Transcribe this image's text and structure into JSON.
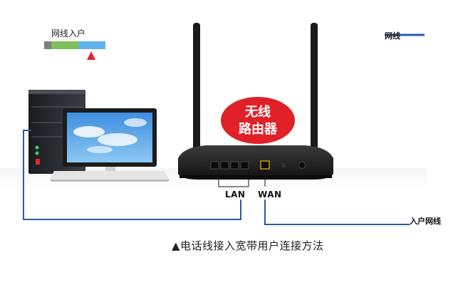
{
  "legend": {
    "title": "网线入户",
    "bar_colors": [
      "#808080",
      "#7fc159",
      "#5fb3e8",
      "#5fb3e8"
    ],
    "marker_color": "#e0262c"
  },
  "wire_legend": {
    "label": "网线",
    "color": "#2b5aa8"
  },
  "bubble": {
    "line1": "无线",
    "line2": "路由器",
    "color": "#e02128"
  },
  "ports": {
    "lan_label": "LAN",
    "wan_label": "WAN"
  },
  "inbound_label": "入户网线",
  "caption": "▲电话线接入宽带用户连接方法",
  "colors": {
    "cable": "#2b5aa8",
    "router": "#1e1e1e",
    "tower": "#2a2c30",
    "screen": "#5aa3e0"
  }
}
